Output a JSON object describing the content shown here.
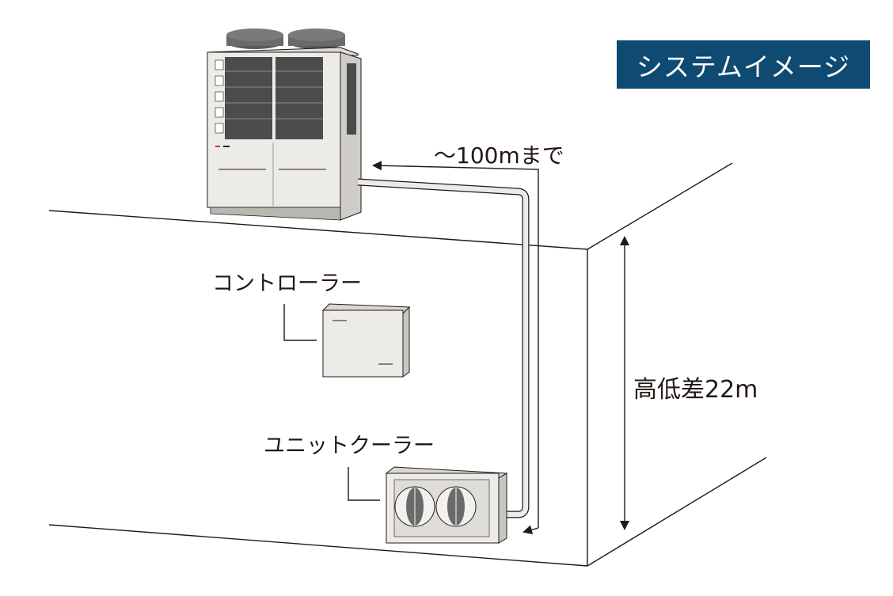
{
  "title": "システムイメージ",
  "labels": {
    "distance": "〜100mまで",
    "height_difference": "高低差22m",
    "controller": "コントローラー",
    "unit_cooler": "ユニットクーラー"
  },
  "colors": {
    "badge_bg": "#0e4a72",
    "badge_text": "#ffffff",
    "line": "#231815",
    "unit_body": "#ecebe8",
    "unit_shadow": "#cfcdc8",
    "grille_dark": "#555555"
  },
  "icons": [
    "outdoor-unit",
    "controller-box",
    "unit-cooler",
    "arrow-icon"
  ]
}
